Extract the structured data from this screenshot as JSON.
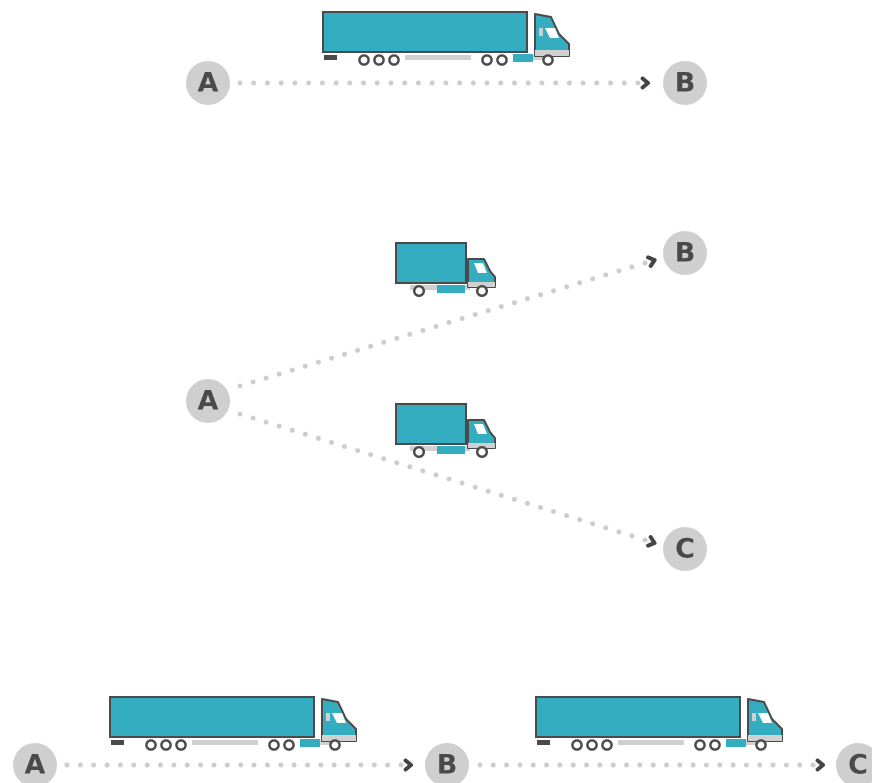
{
  "colors": {
    "truck_body": "#33adbf",
    "outline": "#4a4a4a",
    "node_fill": "#cfcfcf",
    "node_text": "#4a4a4a",
    "dots": "#cdcdcd",
    "arrow": "#444444",
    "chassis": "#d0d0d0"
  },
  "scenarios": [
    {
      "nodes": [
        {
          "label": "A"
        },
        {
          "label": "B"
        }
      ],
      "vehicles": [
        {
          "type": "semi-truck-icon"
        }
      ]
    },
    {
      "nodes": [
        {
          "label": "A"
        },
        {
          "label": "B"
        },
        {
          "label": "C"
        }
      ],
      "vehicles": [
        {
          "type": "box-truck-icon"
        },
        {
          "type": "box-truck-icon"
        }
      ]
    },
    {
      "nodes": [
        {
          "label": "A"
        },
        {
          "label": "B"
        },
        {
          "label": "C"
        }
      ],
      "vehicles": [
        {
          "type": "semi-truck-icon"
        },
        {
          "type": "semi-truck-icon"
        }
      ]
    }
  ]
}
